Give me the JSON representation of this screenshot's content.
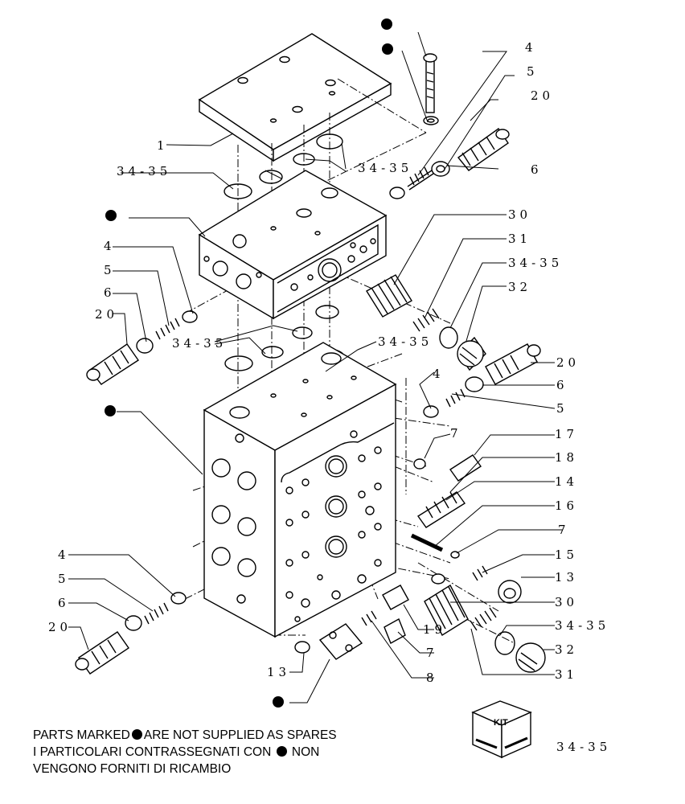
{
  "diagram": {
    "callouts": {
      "c1": "1",
      "c4a": "4",
      "c5a": "5",
      "c20a": "20",
      "c6a": "6",
      "c3435a": "34-35",
      "c3435b": "34-35",
      "c30a": "30",
      "c31a": "31",
      "c3435c": "34-35",
      "c32a": "32",
      "c4b": "4",
      "c5b": "5",
      "c6b": "6",
      "c20b": "20",
      "c3435d": "34-35",
      "c3435e": "34-35",
      "c20c": "20",
      "c6c": "6",
      "c4c": "4",
      "c5c": "5",
      "c7a": "7",
      "c17": "17",
      "c18": "18",
      "c14": "14",
      "c16": "16",
      "c7b": "7",
      "c15": "15",
      "c13a": "13",
      "c4d": "4",
      "c5d": "5",
      "c6d": "6",
      "c20d": "20",
      "c30b": "30",
      "c3435f": "34-35",
      "c32b": "32",
      "c31b": "31",
      "c19": "19",
      "c7c": "7",
      "c8": "8",
      "c13b": "13",
      "c3435kit": "34-35"
    },
    "kit_label": "KIT",
    "note": {
      "line1_a": "PARTS MARKED",
      "line1_b": "ARE NOT SUPPLIED AS SPARES",
      "line2_a": "I  PARTICOLARI  CONTRASSEGNATI  CON",
      "line2_b": "NON",
      "line3": "VENGONO FORNITI DI RICAMBIO"
    }
  }
}
